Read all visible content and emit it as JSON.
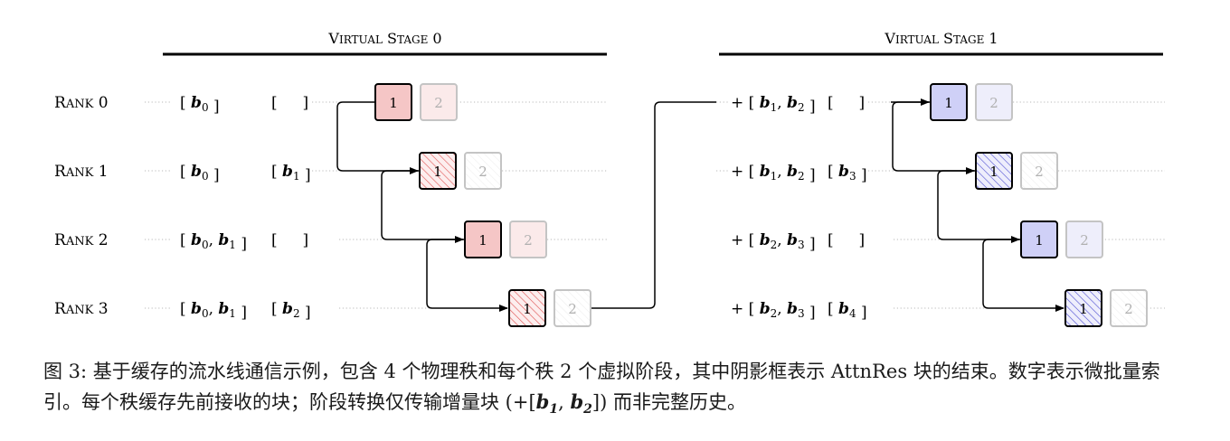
{
  "stages": [
    {
      "label": "VIRTUAL STAGE 0"
    },
    {
      "label": "VIRTUAL STAGE 1"
    }
  ],
  "ranks": [
    {
      "label": "RANK 0"
    },
    {
      "label": "RANK 1"
    },
    {
      "label": "RANK 2"
    },
    {
      "label": "RANK 3"
    }
  ],
  "cache": {
    "stage0": [
      {
        "received": [
          "b0"
        ],
        "local": []
      },
      {
        "received": [
          "b0"
        ],
        "local": [
          "b1"
        ]
      },
      {
        "received": [
          "b0",
          "b1"
        ],
        "local": []
      },
      {
        "received": [
          "b0",
          "b1"
        ],
        "local": [
          "b2"
        ]
      }
    ],
    "stage1": [
      {
        "prefix": "+",
        "received": [
          "b1",
          "b2"
        ],
        "local": []
      },
      {
        "prefix": "+",
        "received": [
          "b1",
          "b2"
        ],
        "local": [
          "b3"
        ]
      },
      {
        "prefix": "+",
        "received": [
          "b2",
          "b3"
        ],
        "local": []
      },
      {
        "prefix": "+",
        "received": [
          "b2",
          "b3"
        ],
        "local": [
          "b4"
        ]
      }
    ]
  },
  "microbatches": [
    {
      "label": "1"
    },
    {
      "label": "2"
    }
  ],
  "colors": {
    "stage0_fill": "#f5c6c6",
    "stage0_fill_faded": "#fbeaea",
    "stage0_hatch": "#e05555",
    "stage1_fill": "#cfd0f7",
    "stage1_fill_faded": "#eeeefb",
    "stage1_hatch": "#4a4ad0",
    "line": "#000000"
  },
  "caption": {
    "prefix": "图 3: 基于缓存的流水线通信示例，包含 4 个物理秩和每个秩 2 个虚拟阶段，其中阴影框表示 AttnRes 块的结束。数字表示微批量索引。每个秩缓存先前接收的块；阶段转换仅传输增量块 (+[",
    "suffix": "]) 而非完整历史。"
  }
}
